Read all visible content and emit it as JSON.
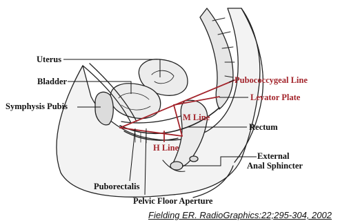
{
  "labels": {
    "uterus": "Uterus",
    "bladder": "Bladder",
    "symphysis_pubis": "Symphysis Pubis",
    "pubococcygeal_line": "Pubococcygeal Line",
    "levator_plate": "Levator Plate",
    "m_line": "M Line",
    "rectum": "Rectum",
    "h_line": "H Line",
    "external_anal_sphincter_line1": "External",
    "external_anal_sphincter_line2": "Anal Sphincter",
    "puborectalis": "Puborectalis",
    "pelvic_floor_aperture": "Pelvic Floor Aperture"
  },
  "citation": "Fielding ER. RadioGraphics:22;295-304, 2002",
  "colors": {
    "reference_lines": "#a3242b",
    "leader_lines": "#111111",
    "tissue_fill": "#f3f3f3",
    "bone_fill": "#e6e6e6",
    "outline": "#222222"
  }
}
